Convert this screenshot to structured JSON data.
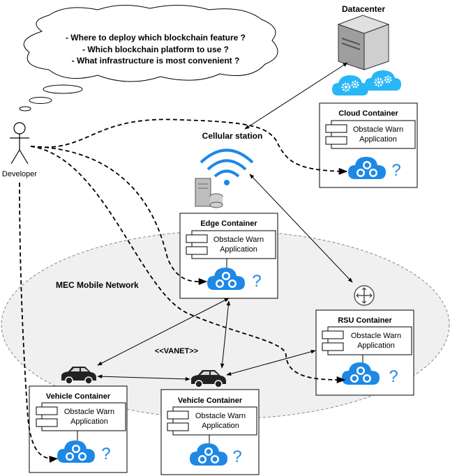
{
  "thought": {
    "lines": [
      "- Where to deploy which blockchain feature ?",
      "- Which blockchain platform to use ?",
      "- What infrastructure is most convenient ?"
    ]
  },
  "labels": {
    "datacenter": "Datacenter",
    "cellular_station": "Cellular station",
    "developer": "Developer",
    "mec_network": "MEC Mobile Network",
    "vanet": "<<VANET>>"
  },
  "containers": {
    "cloud": {
      "title": "Cloud Container",
      "app_line1": "Obstacle Warn",
      "app_line2": "Application",
      "question": "?"
    },
    "edge": {
      "title": "Edge Container",
      "app_line1": "Obstacle Warn",
      "app_line2": "Application",
      "question": "?"
    },
    "rsu": {
      "title": "RSU Container",
      "app_line1": "Obstacle Warn",
      "app_line2": "Application",
      "question": "?"
    },
    "vehicle_left": {
      "title": "Vehicle Container",
      "app_line1": "Obstacle Warn",
      "app_line2": "Application",
      "question": "?"
    },
    "vehicle_mid": {
      "title": "Vehicle Container",
      "app_line1": "Obstacle Warn",
      "app_line2": "Application",
      "question": "?"
    }
  },
  "icons": [
    "server-icon",
    "cloud-gear-icon",
    "wifi-icon",
    "router-icon",
    "car-icon",
    "blockchain-cloud-icon",
    "component-icon",
    "person-icon"
  ],
  "colors": {
    "accent_blue": "#1e88e5",
    "ellipse_fill": "#f0f0f0",
    "line": "#000000"
  }
}
